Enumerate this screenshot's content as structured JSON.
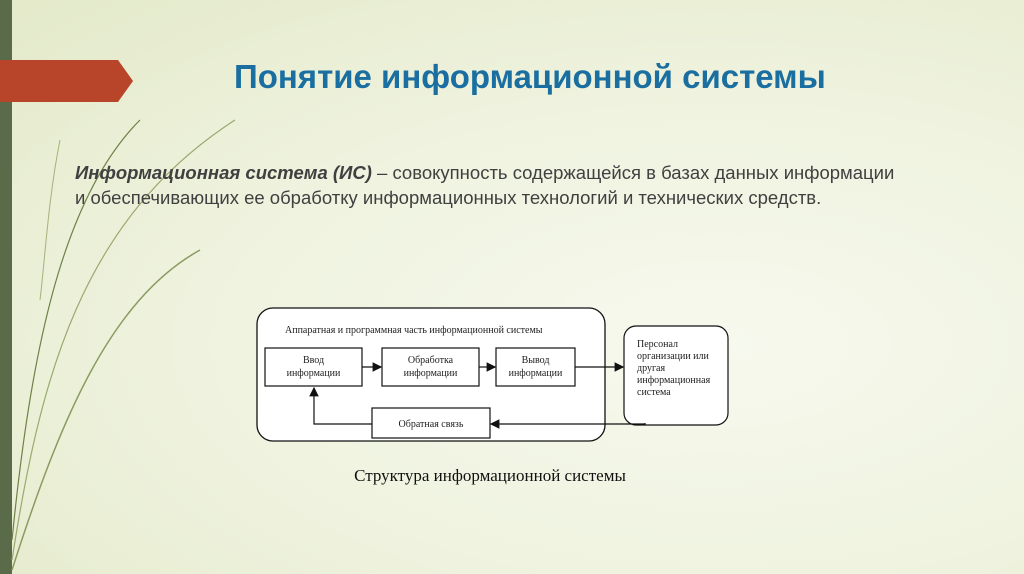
{
  "slide": {
    "title": "Понятие информационной системы",
    "definition_term": "Информационная система (ИС)",
    "definition_text": " – совокупность содержащейся в базах данных информации и обеспечивающих ее обработку информационных технологий и технических средств."
  },
  "diagram": {
    "container_label": "Аппаратная и программная часть информационной системы",
    "box_input": [
      "Ввод",
      "информации"
    ],
    "box_processing": [
      "Обработка",
      "информации"
    ],
    "box_output": [
      "Вывод",
      "информации"
    ],
    "box_feedback": "Обратная связь",
    "box_personnel": [
      "Персонал",
      "организации или",
      "другая",
      "информационная",
      "система"
    ],
    "caption": "Структура информационной системы"
  },
  "colors": {
    "title": "#1a6fa0",
    "tab": "#b8442a",
    "left_bar": "#5a6b4a"
  }
}
